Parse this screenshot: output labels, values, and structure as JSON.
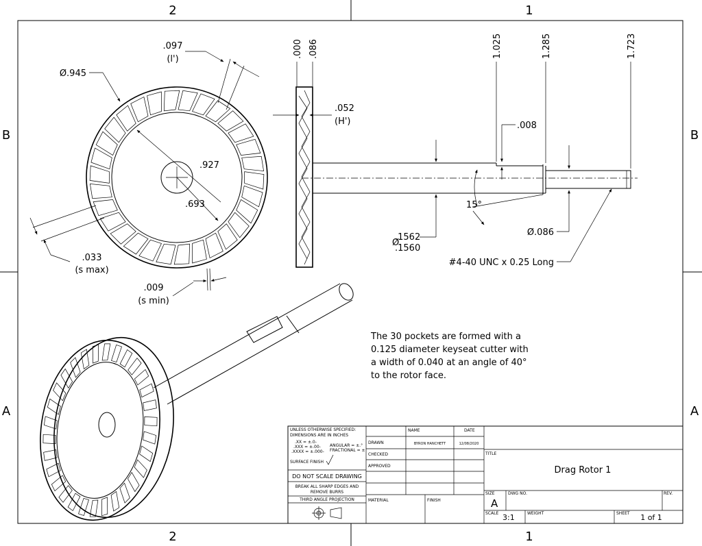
{
  "zones": {
    "top_left": "2",
    "top_right": "1",
    "bottom_left": "2",
    "bottom_right": "1",
    "left_upper": "B",
    "left_lower": "A",
    "right_upper": "B",
    "right_lower": "A"
  },
  "front_view": {
    "dia_outer": "Ø.945",
    "pocket_width": ".097",
    "pocket_width_sym": "(l')",
    "dia_927": ".927",
    "dia_693": ".693",
    "s_max": ".033",
    "s_max_sym": "(s max)",
    "s_min": ".009",
    "s_min_sym": "(s min)"
  },
  "side_view": {
    "ord_000": ".000",
    "ord_086": ".086",
    "ord_1025": "1.025",
    "ord_1285": "1.285",
    "ord_1723": "1.723",
    "h_depth": ".052",
    "h_sym": "(H')",
    "step": ".008",
    "angle": "15°",
    "shaft_dia_prefix": "Ø",
    "shaft_dia_upper": ".1562",
    "shaft_dia_lower": ".1560",
    "thread_dia": "Ø.086",
    "thread_callout": "#4-40 UNC x 0.25 Long"
  },
  "note": [
    "The 30 pockets are formed with a",
    "0.125 diameter keyseat cutter with",
    "a width of 0.040 at an angle of 40°",
    "to the rotor face."
  ],
  "title_block": {
    "unless_1": "UNLESS OTHERWISE SPECIFIED:",
    "unless_2": "DIMENSIONS ARE IN INCHES",
    "tol_xx": ".XX = ±.0-",
    "tol_xxx": ".XXX = ±.00-",
    "tol_xxxx": ".XXXX = ±.000-",
    "angular": "ANGULAR = ±.°",
    "fractional": "FRACTIONAL = ±",
    "surface_finish": "SURFACE FINISH",
    "do_not_scale": "DO NOT SCALE DRAWING",
    "break_1": "BREAK ALL SHARP EDGES AND",
    "break_2": "REMOVE BURRS",
    "projection": "THIRD ANGLE PROJECTION",
    "col_name": "NAME",
    "col_date": "DATE",
    "drawn": "DRAWN",
    "drawn_name": "BYRON HANCHETT",
    "drawn_date": "12/08/2020",
    "checked": "CHECKED",
    "approved": "APPROVED",
    "material": "MATERIAL",
    "finish": "FINISH",
    "title_label": "TITLE",
    "title": "Drag Rotor 1",
    "size_label": "SIZE",
    "size": "A",
    "dwg_no_label": "DWG NO.",
    "rev_label": "REV.",
    "scale_label": "SCALE",
    "scale": "3:1",
    "weight_label": "WEIGHT",
    "sheet_label": "SHEET",
    "sheet": "1 of 1"
  }
}
